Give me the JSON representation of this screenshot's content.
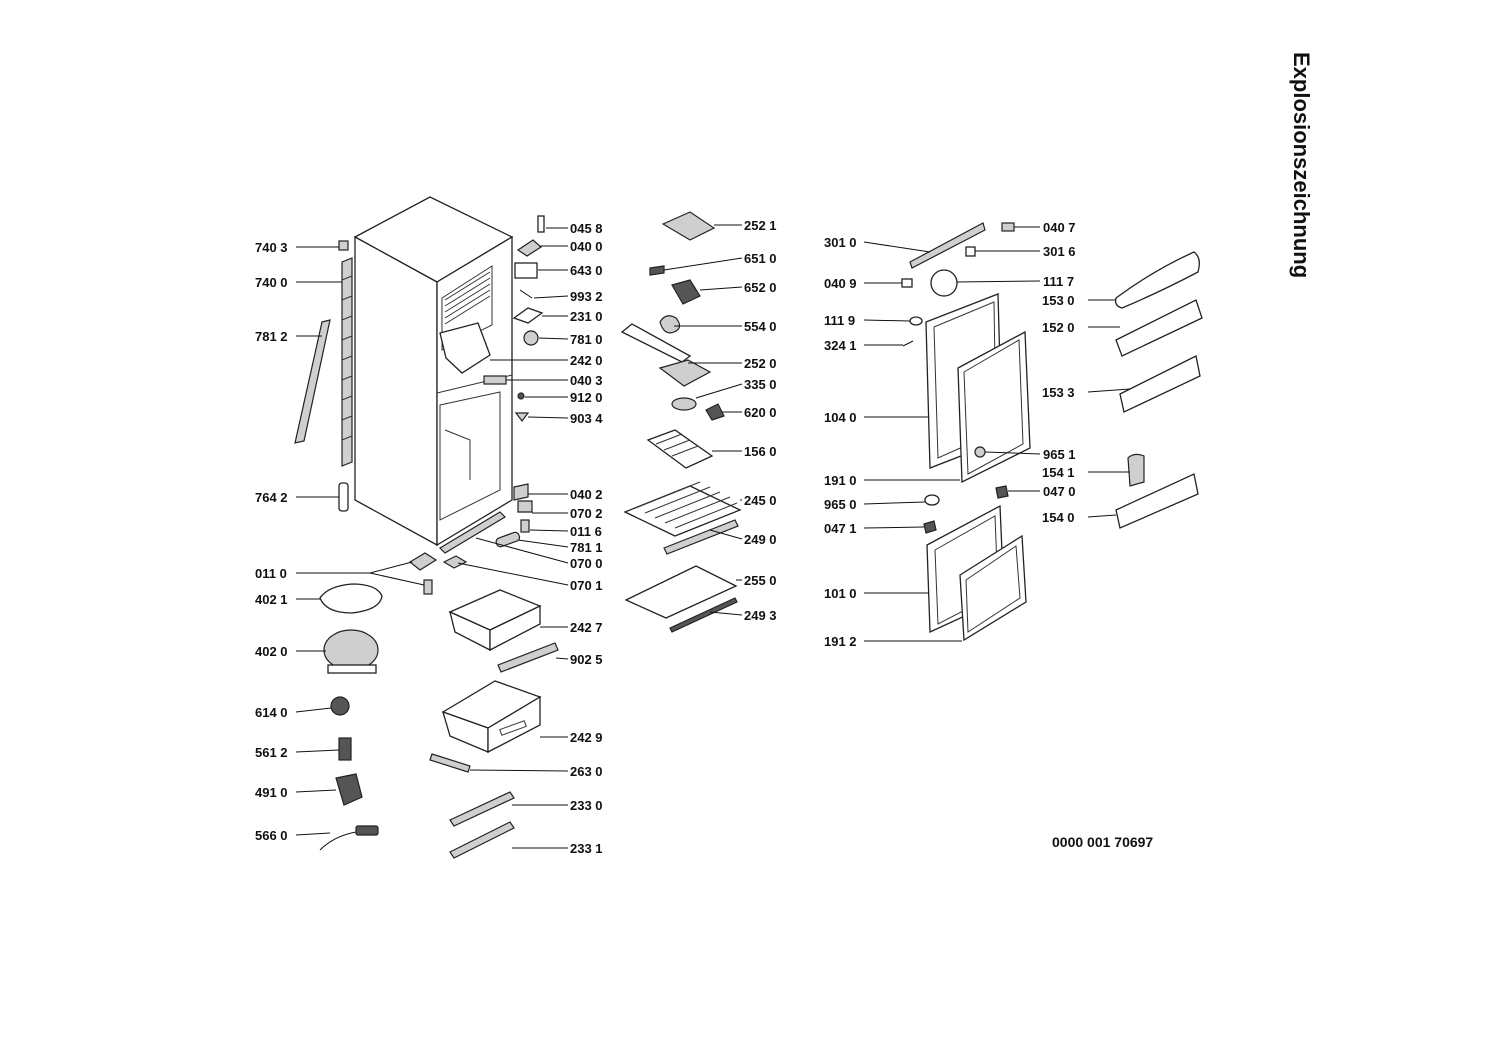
{
  "title": "Explosionszeichnung",
  "drawing_number": "0000 001 70697",
  "callouts": [
    "045 8",
    "040 0",
    "643 0",
    "993 2",
    "231 0",
    "781 0",
    "242 0",
    "040 3",
    "912 0",
    "903 4",
    "040 2",
    "070 2",
    "011 6",
    "781 1",
    "070 0",
    "070 1",
    "740 3",
    "740 0",
    "781 2",
    "764 2",
    "011 0",
    "402 1",
    "402 0",
    "614 0",
    "561 2",
    "491 0",
    "566 0",
    "242 7",
    "902 5",
    "242 9",
    "263 0",
    "233 0",
    "233 1",
    "252 1",
    "651 0",
    "652 0",
    "554 0",
    "252 0",
    "335 0",
    "620 0",
    "156 0",
    "245 0",
    "249 0",
    "255 0",
    "249 3",
    "301 0",
    "040 9",
    "111 9",
    "324 1",
    "104 0",
    "191 0",
    "965 0",
    "047 1",
    "101 0",
    "191 2",
    "040 7",
    "301 6",
    "111 7",
    "965 1",
    "047 0",
    "153 0",
    "152 0",
    "153 3",
    "154 1",
    "154 0"
  ]
}
